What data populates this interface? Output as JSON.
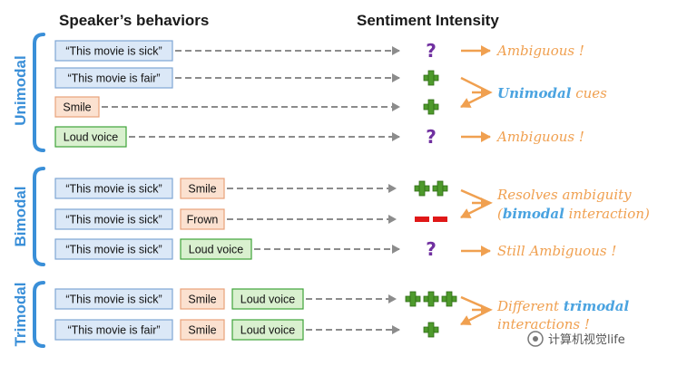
{
  "headers": {
    "behaviors": "Speaker’s behaviors",
    "intensity": "Sentiment Intensity"
  },
  "groups": {
    "unimodal": "Unimodal",
    "bimodal": "Bimodal",
    "trimodal": "Trimodal"
  },
  "rows": [
    {
      "boxes": [
        {
          "text": "“This movie is sick”",
          "kind": "verbal"
        }
      ],
      "sentiment": "?"
    },
    {
      "boxes": [
        {
          "text": "“This movie is fair”",
          "kind": "verbal"
        }
      ],
      "sentiment": "+"
    },
    {
      "boxes": [
        {
          "text": "Smile",
          "kind": "visual"
        }
      ],
      "sentiment": "+"
    },
    {
      "boxes": [
        {
          "text": "Loud voice",
          "kind": "acoustic"
        }
      ],
      "sentiment": "?"
    },
    {
      "boxes": [
        {
          "text": "“This movie is sick”",
          "kind": "verbal"
        },
        {
          "text": "Smile",
          "kind": "visual"
        }
      ],
      "sentiment": "++"
    },
    {
      "boxes": [
        {
          "text": "“This movie is sick”",
          "kind": "verbal"
        },
        {
          "text": "Frown",
          "kind": "visual"
        }
      ],
      "sentiment": "--"
    },
    {
      "boxes": [
        {
          "text": "“This movie is sick”",
          "kind": "verbal"
        },
        {
          "text": "Loud voice",
          "kind": "acoustic"
        }
      ],
      "sentiment": "?"
    },
    {
      "boxes": [
        {
          "text": "“This movie is sick”",
          "kind": "verbal"
        },
        {
          "text": "Smile",
          "kind": "visual"
        },
        {
          "text": "Loud voice",
          "kind": "acoustic"
        }
      ],
      "sentiment": "+++"
    },
    {
      "boxes": [
        {
          "text": "“This movie is fair”",
          "kind": "verbal"
        },
        {
          "text": "Smile",
          "kind": "visual"
        },
        {
          "text": "Loud voice",
          "kind": "acoustic"
        }
      ],
      "sentiment": "+"
    }
  ],
  "outcomes": [
    {
      "plain": "Ambiguous !"
    },
    {
      "bold": "Unimodal",
      "plain": " cues"
    },
    {
      "plain": "Ambiguous !"
    },
    {
      "line1": "Resolves ambiguity",
      "line2_pre": "(",
      "bold": "bimodal",
      "line2_post": " interaction)"
    },
    {
      "plain": "Still Ambiguous !"
    },
    {
      "line1_pre": "Different ",
      "bold": "trimodal",
      "line2": "interactions !"
    }
  ],
  "watermark": "计算机视觉life",
  "colors": {
    "accent": "#3a8fd8",
    "verbal_fill": "#dbe8f7",
    "verbal_stroke": "#7ea6d4",
    "visual_fill": "#fbe1d0",
    "visual_stroke": "#e8a27a",
    "acoustic_fill": "#d9f0cf",
    "acoustic_stroke": "#3fa33a",
    "plus": "#4e9a2c",
    "minus": "#e01818",
    "question": "#7030a0",
    "arrow_dash": "#8c8c8c",
    "outcome": "#f0a050",
    "outcome_bold": "#4aa3e0"
  }
}
